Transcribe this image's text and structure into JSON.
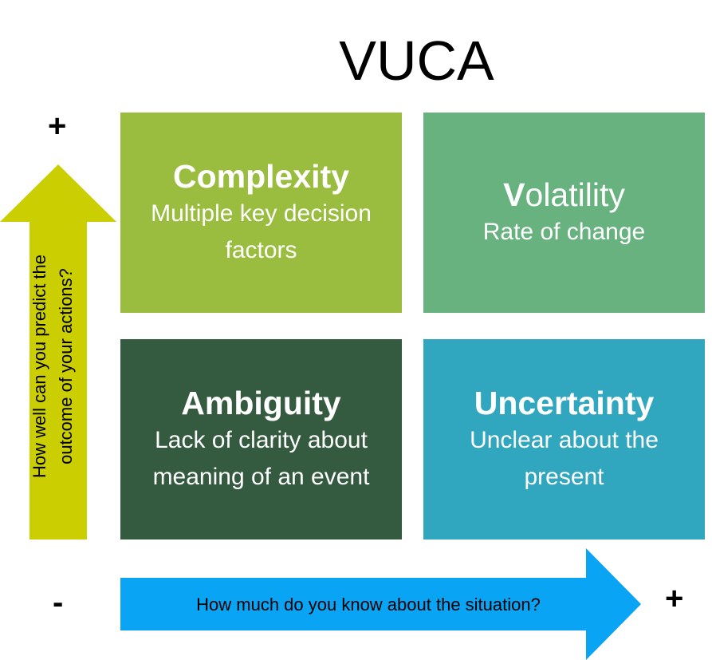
{
  "title": "VUCA",
  "signs": {
    "top_plus": "+",
    "bottom_minus": "-",
    "right_plus": "+"
  },
  "quadrants": {
    "complexity": {
      "title": "Complexity",
      "description_line1": "Multiple key decision",
      "description_line2": "factors",
      "color": "#9abd3f"
    },
    "volatility": {
      "title_first_letter": "V",
      "title_rest": "olatility",
      "description_line1": "Rate of change",
      "color": "#67b27f"
    },
    "ambiguity": {
      "title": "Ambiguity",
      "description_line1": "Lack of clarity about",
      "description_line2": "meaning of an event",
      "color": "#345a40"
    },
    "uncertainty": {
      "title": "Uncertainty",
      "description_line1": "Unclear about the",
      "description_line2": "present",
      "color": "#31a6bf"
    }
  },
  "axes": {
    "vertical_label_line1": "How well can you predict the",
    "vertical_label_line2": "outcome of your actions?",
    "vertical_color": "#cbce00",
    "horizontal_label": "How much do you know about the situation?",
    "horizontal_color": "#0aa4f4"
  }
}
